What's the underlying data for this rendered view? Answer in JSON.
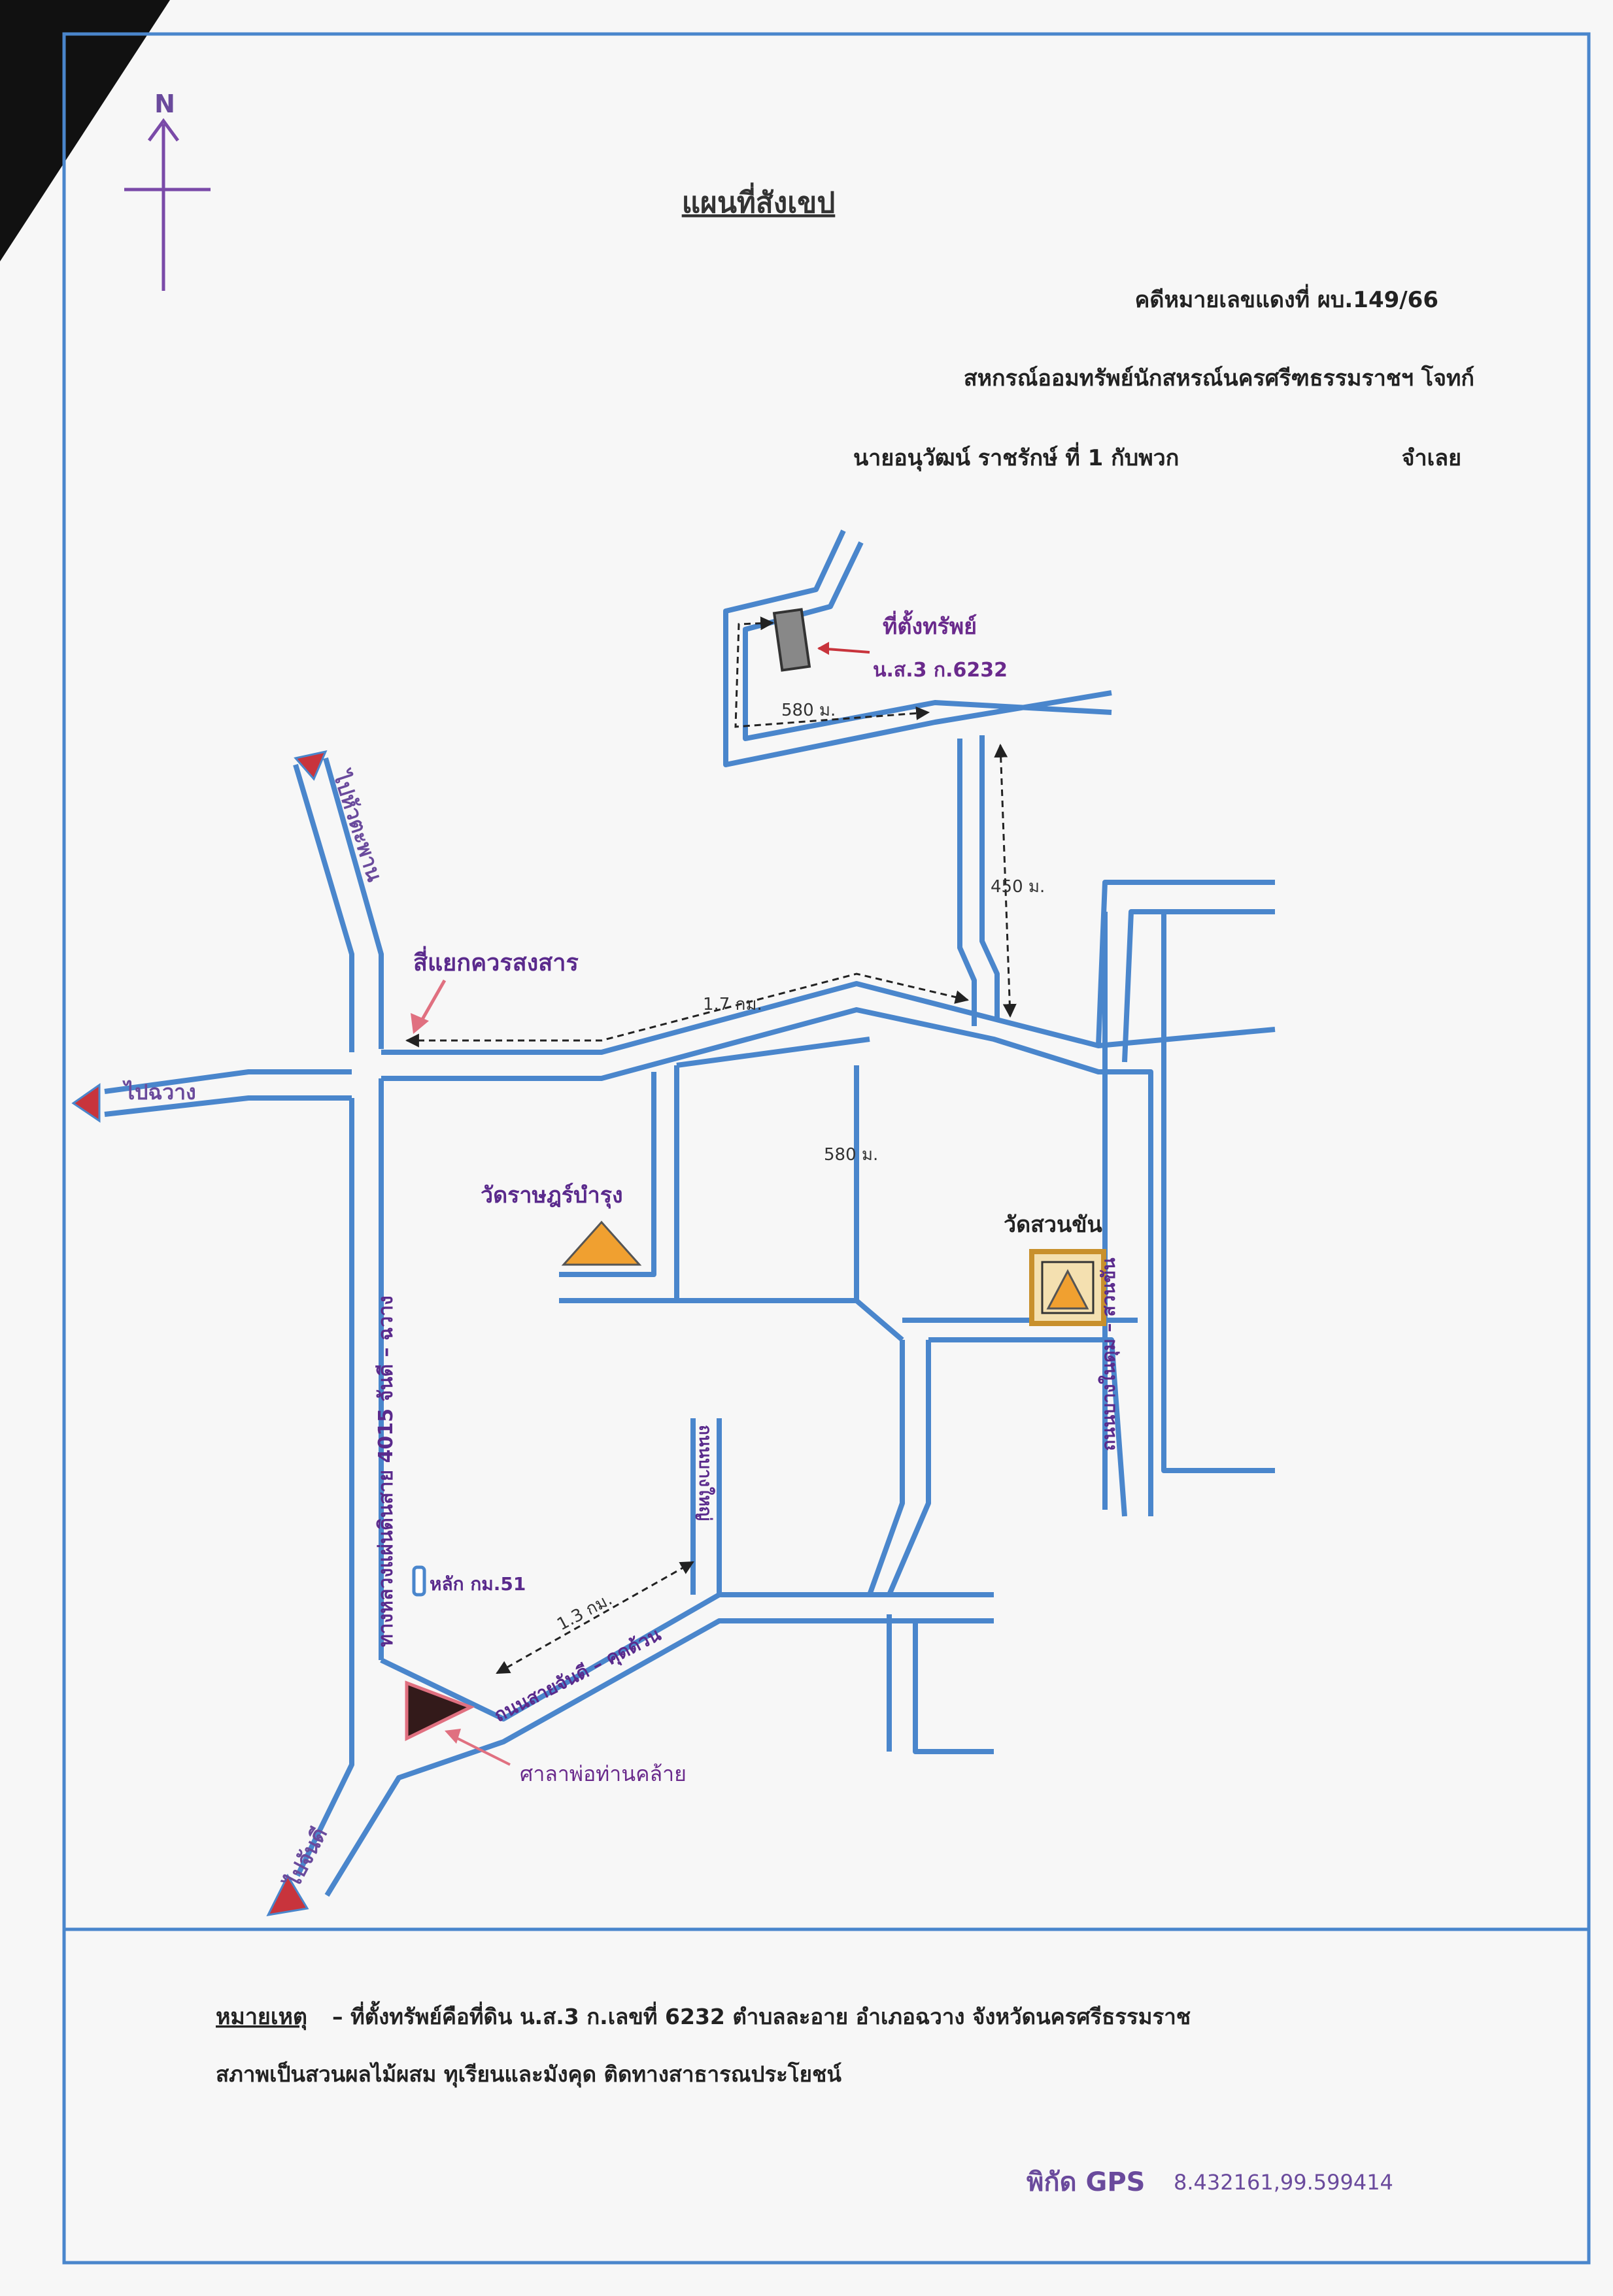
{
  "compass": {
    "north_label": "N"
  },
  "header": {
    "title": "แผนที่สังเขป",
    "case_no": "คดีหมายเลขแดงที่ ผบ.149/66",
    "plaintiff": "สหกรณ์ออมทรัพย์นักสหรณ์นครศรีฑธรรมราชฯ โจทก์",
    "defendant_name": "นายอนุวัฒน์ ราชรักษ์ ที่ 1 กับพวก",
    "defendant_role": "จำเลย"
  },
  "labels": {
    "property": "ที่ตั้งทรัพย์",
    "deed": "น.ส.3 ก.6232",
    "dist_580_top": "580 ม.",
    "dist_450": "450 ม.",
    "dist_1_7": "1.7 กม.",
    "dist_580_mid": "580 ม.",
    "dist_1_3": "1.3 กม.",
    "to_hua_tapan": "ไปหัวตะพาน",
    "to_chawang": "ไปฉวาง",
    "to_chian_yai": "ไปจันดี",
    "intersection": "สี่แยกควรสงสาร",
    "wat_rat": "วัดราษฎร์บำรุง",
    "wat_suan": "วัดสวนขัน",
    "highway": "ทางหลวงแผ่นดินสาย 4015 จันดี – ฉวาง",
    "road_jandee": "ถนนสายจันดี – คุดด้วน",
    "road_bangyai": "ถนนบางใหญ่",
    "road_suankhan": "ถนนบางในดุม – สวนขัน",
    "km_marker": "หลัก กม.51",
    "sala": "ศาลาพ่อท่านคล้าย"
  },
  "colors": {
    "road": "#4a86cc",
    "arrow_red": "#c8343c",
    "label_purple": "#6a4a9c",
    "temple_orange": "#f0a030"
  },
  "footer": {
    "note_label": "หมายเหตุ",
    "note_line1": "– ที่ตั้งทรัพย์คือที่ดิน น.ส.3 ก.เลขที่ 6232 ตำบลละอาย อำเภอฉวาง จังหวัดนครศรีธรรมราช",
    "note_line2": "สภาพเป็นสวนผลไม้ผสม ทุเรียนและมังคุด ติดทางสาธารณประโยชน์",
    "gps_label": "พิกัด GPS",
    "gps_value": "8.432161,99.599414"
  }
}
